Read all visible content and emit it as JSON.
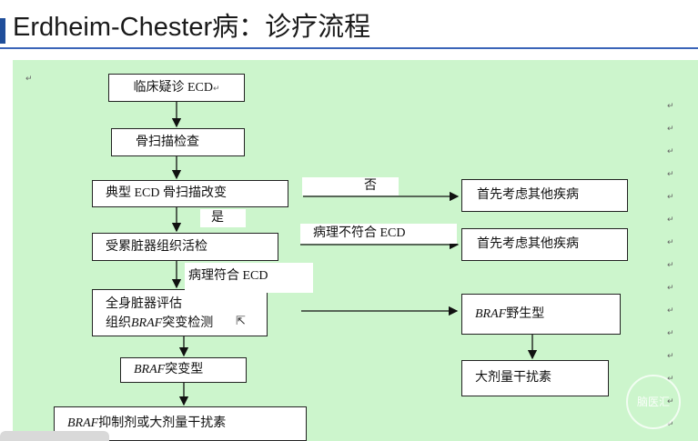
{
  "title": "Erdheim-Chester病：诊疗流程",
  "nodes": {
    "clinical_suspect": "临床疑诊 ECD",
    "bone_scan": "骨扫描检查",
    "typical_change": "典型 ECD 骨扫描改变",
    "biopsy": "受累脏器组织活检",
    "assessment_line1": "全身脏器评估",
    "assessment_line2_prefix": "组织 ",
    "assessment_line2_italic": "BRAF",
    "assessment_line2_suffix": " 突变检测",
    "braf_mutant_italic": "BRAF",
    "braf_mutant_suffix": " 突变型",
    "braf_therapy_italic": "BRAF",
    "braf_therapy_suffix": " 抑制剂或大剂量干扰素",
    "other_disease_1": "首先考虑其他疾病",
    "other_disease_2": "首先考虑其他疾病",
    "braf_wild_italic": "BRAF",
    "braf_wild_suffix": " 野生型",
    "high_dose_ifn": "大剂量干扰素"
  },
  "edge_labels": {
    "no": "否",
    "yes": "是",
    "path_not_ecd": "病理不符合 ECD",
    "path_ecd": "病理符合 ECD"
  },
  "return_mark": "↵",
  "watermark_text": "脑医汇",
  "colors": {
    "panel": "#ccf5cc",
    "accent": "#1f4e9a",
    "rule": "#3a64b8"
  }
}
